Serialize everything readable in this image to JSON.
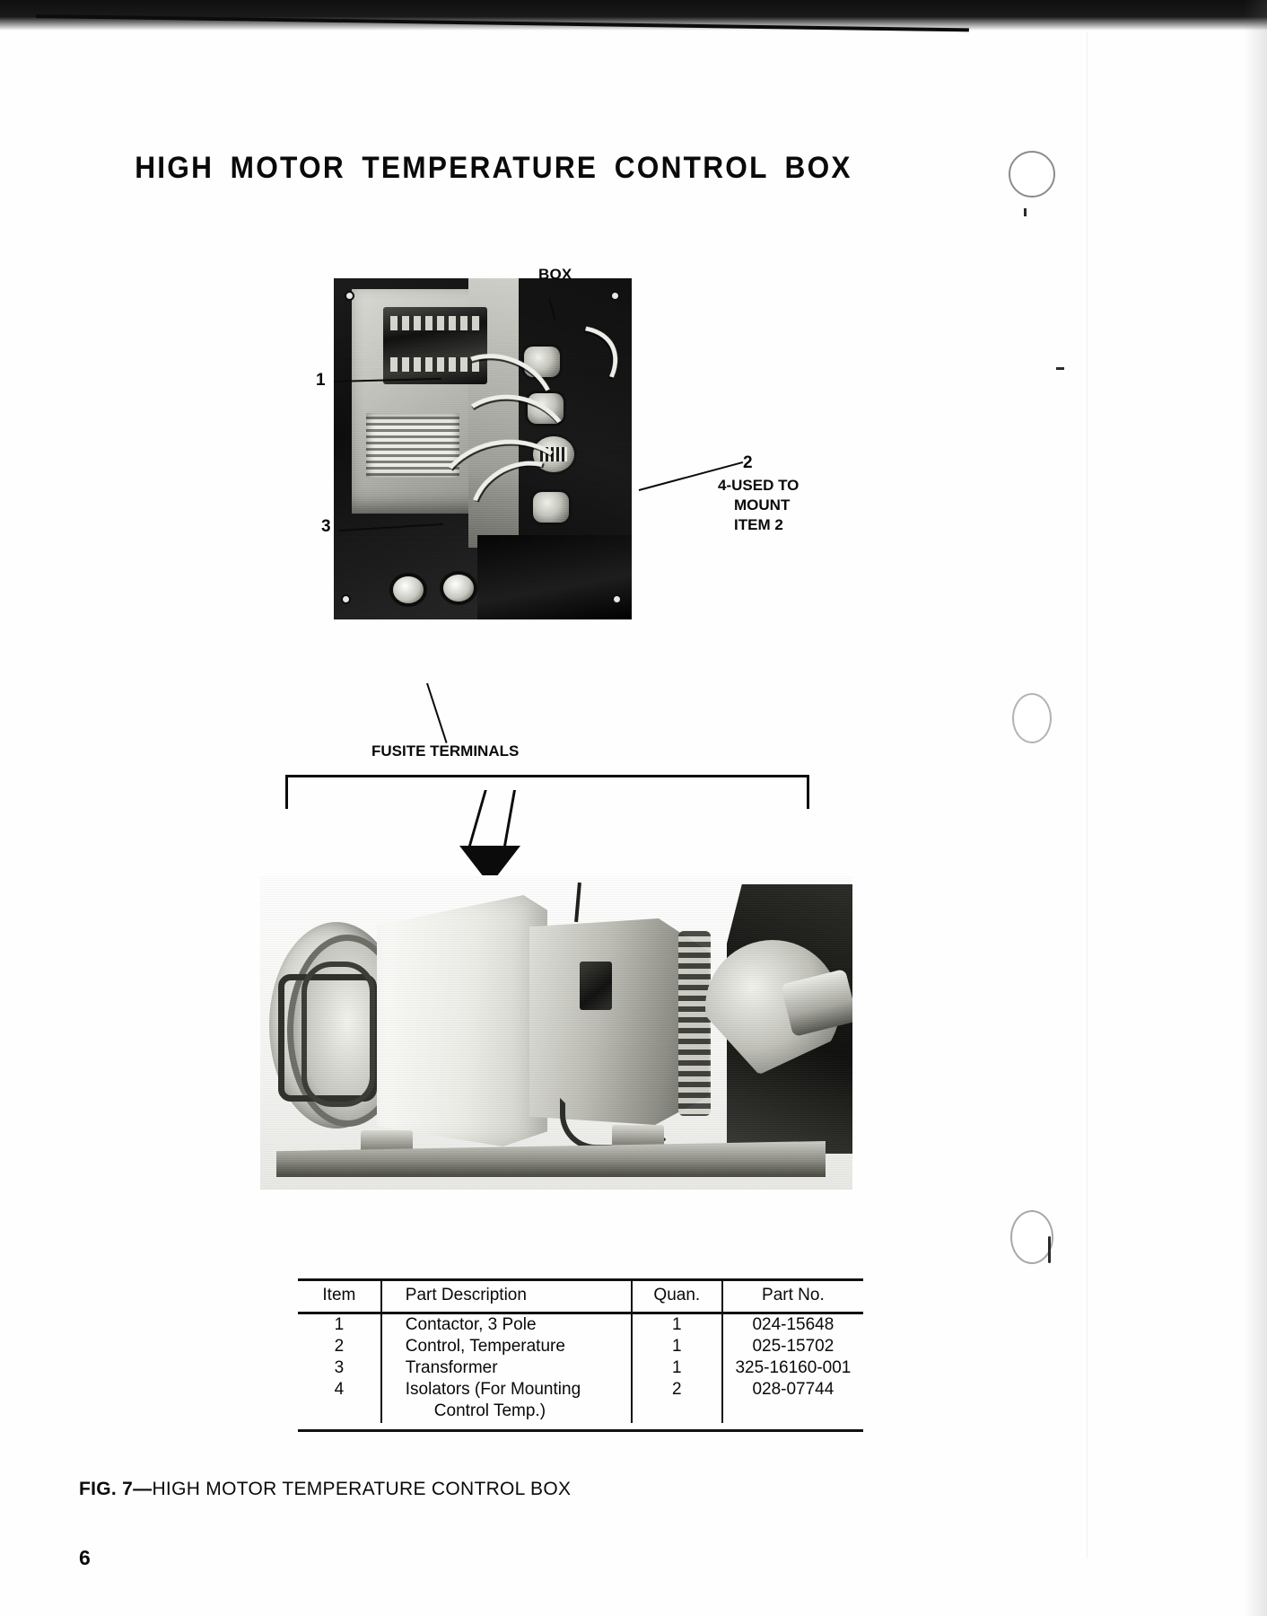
{
  "document": {
    "title": "HIGH MOTOR TEMPERATURE CONTROL BOX",
    "figure_caption_prefix": "FIG. 7",
    "figure_caption_dash": "—",
    "figure_caption_text": "HIGH MOTOR TEMPERATURE CONTROL BOX",
    "page_number": "6"
  },
  "figure": {
    "callouts": [
      {
        "id": "box",
        "label": "BOX"
      },
      {
        "id": "item-1",
        "label": "1"
      },
      {
        "id": "item-3",
        "label": "3"
      },
      {
        "id": "item-2",
        "label": "2"
      },
      {
        "id": "fusite",
        "label": "FUSITE TERMINALS"
      }
    ],
    "note_item2": {
      "line1": "4-USED TO",
      "line2": "MOUNT",
      "line3": "ITEM 2"
    },
    "photo_top_alt": "Interior of high motor temperature control box showing contactor, transformer, temperature control and wiring",
    "photo_bottom_alt": "Motor and compressor assembly with control box mounted on housing"
  },
  "parts_table": {
    "headers": [
      "Item",
      "Part Description",
      "Quan.",
      "Part No."
    ],
    "rows": [
      {
        "item": "1",
        "description": "Contactor, 3 Pole",
        "description_cont": "",
        "quan": "1",
        "part_no": "024-15648"
      },
      {
        "item": "2",
        "description": "Control, Temperature",
        "description_cont": "",
        "quan": "1",
        "part_no": "025-15702"
      },
      {
        "item": "3",
        "description": "Transformer",
        "description_cont": "",
        "quan": "1",
        "part_no": "325-16160-001"
      },
      {
        "item": "4",
        "description": "Isolators (For Mounting",
        "description_cont": "Control Temp.)",
        "quan": "2",
        "part_no": "028-07744"
      }
    ]
  },
  "colors": {
    "ink": "#0a0a0a",
    "paper": "#ffffff",
    "rule": "#111111"
  }
}
